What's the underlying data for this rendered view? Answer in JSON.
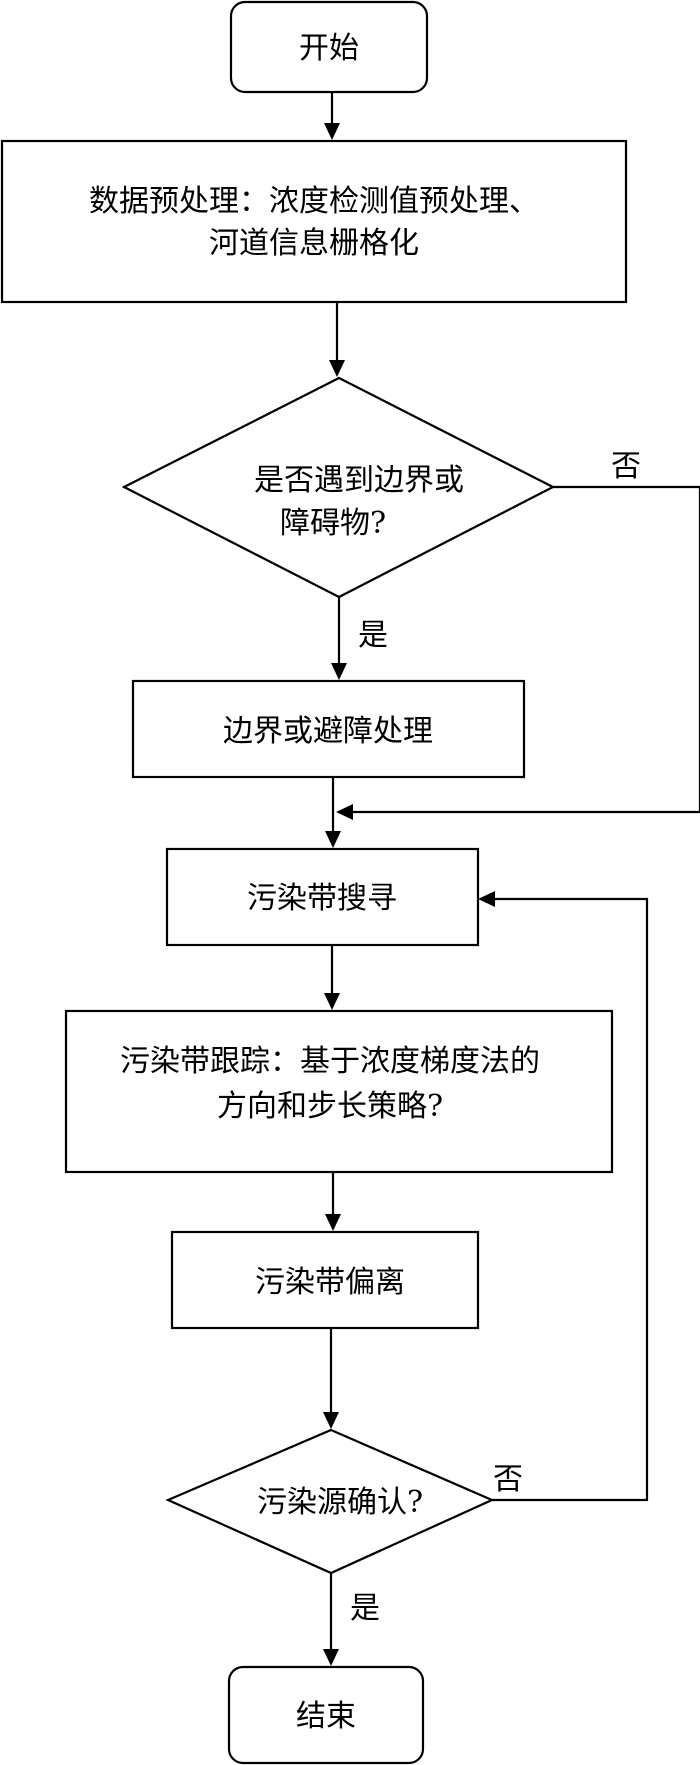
{
  "nodes": {
    "start": {
      "text": "开始"
    },
    "preprocess": {
      "line1": "数据预处理：浓度检测值预处理、",
      "line2": "河道信息栅格化"
    },
    "boundary_check": {
      "line1": "是否遇到边界或",
      "line2": "障碍物?"
    },
    "avoid": {
      "text": "边界或避障处理"
    },
    "search": {
      "text": "污染带搜寻"
    },
    "track": {
      "line1": "污染带跟踪：基于浓度梯度法的",
      "line2": "方向和步长策略?"
    },
    "deviate": {
      "text": "污染带偏离"
    },
    "confirm": {
      "text": "污染源确认?"
    },
    "end": {
      "text": "结束"
    }
  },
  "edge_labels": {
    "boundary_no": "否",
    "boundary_yes": "是",
    "confirm_no": "否",
    "confirm_yes": "是"
  },
  "colors": {
    "line": "#000000",
    "background": "#ffffff"
  }
}
